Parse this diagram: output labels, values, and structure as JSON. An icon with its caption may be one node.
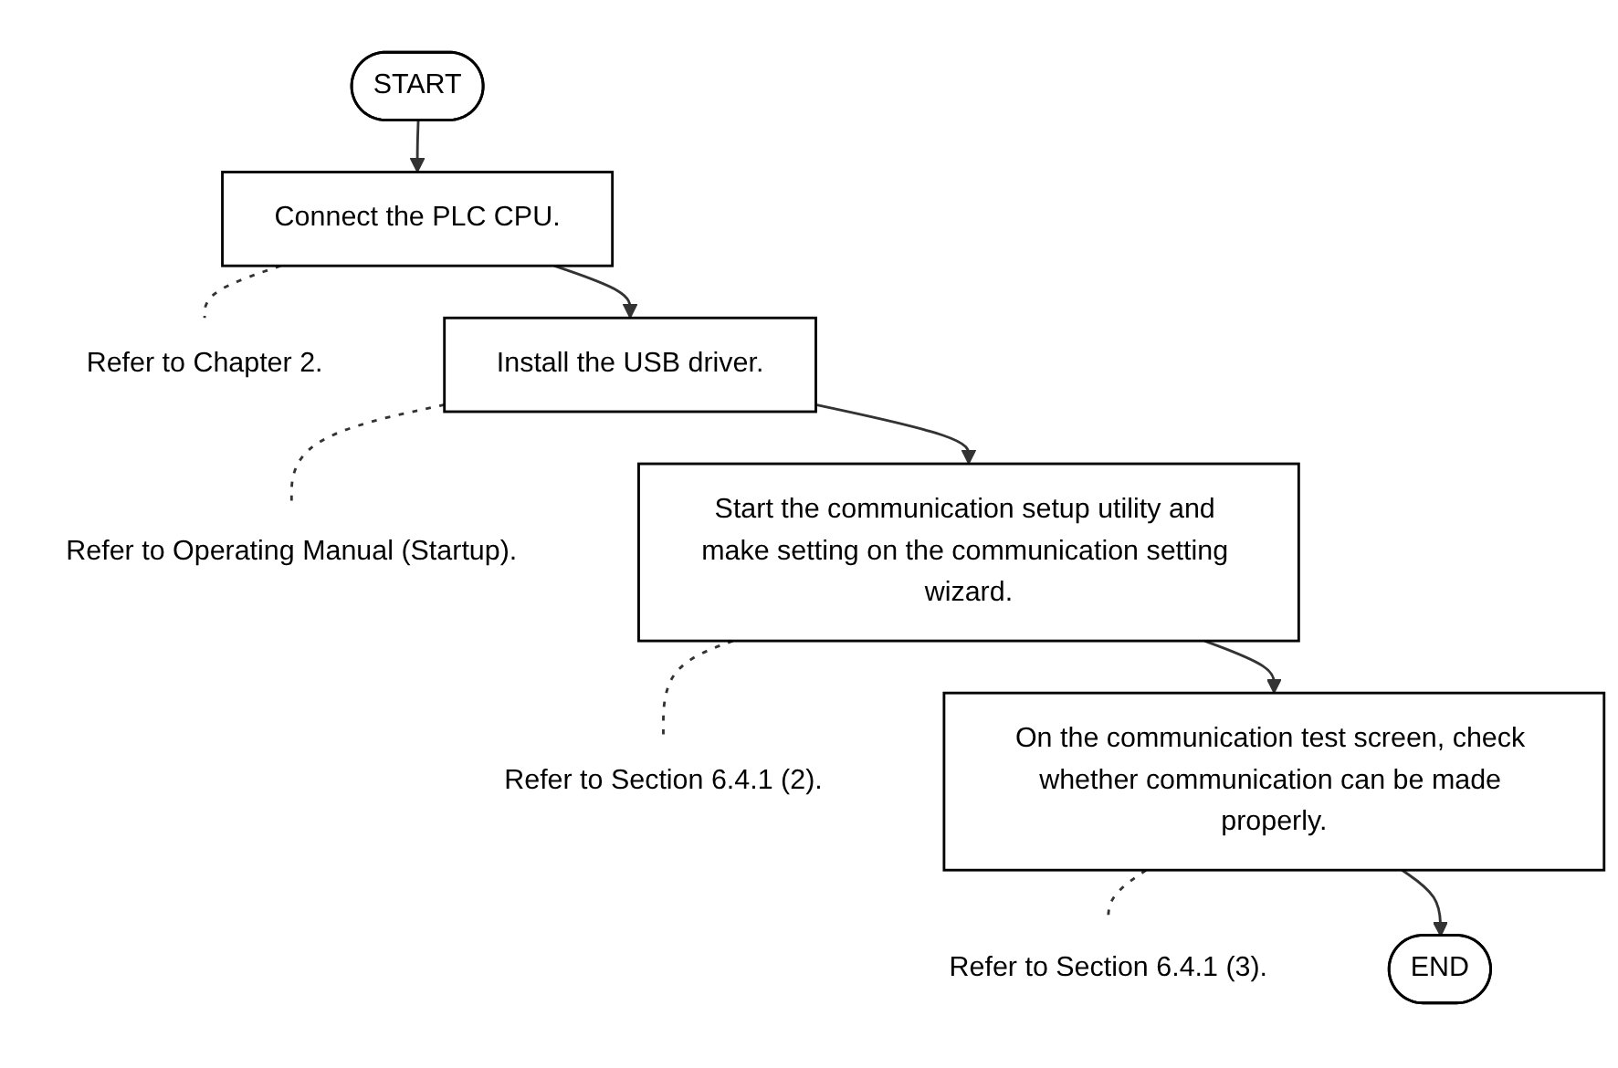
{
  "diagram": {
    "nodes": [
      {
        "text": [
          "START"
        ]
      },
      {
        "text": [
          "Connect the PLC CPU."
        ]
      },
      {
        "text": [
          "Refer to Chapter 2."
        ]
      },
      {
        "text": [
          "Install the USB driver."
        ]
      },
      {
        "text": [
          "Refer to Operating Manual (Startup)."
        ]
      },
      {
        "text": [
          "Start the communication setup utility and make setting on the communication setting wizard."
        ]
      },
      {
        "text": [
          "Refer to Section 6.4.1 (2)."
        ]
      },
      {
        "text": [
          "On the communication test screen, check whether communication can be made properly."
        ]
      },
      {
        "text": [
          "Refer to Section 6.4.1 (3)."
        ]
      },
      {
        "text": [
          "END"
        ]
      }
    ],
    "edges": [
      {
        "from": 0,
        "to": 1,
        "arrow": "to"
      },
      {
        "from": 1,
        "to": 2,
        "arrow": "none",
        "style": "dashed"
      },
      {
        "from": 1,
        "to": 3,
        "arrow": "to"
      },
      {
        "from": 3,
        "to": 4,
        "arrow": "none",
        "style": "dashed"
      },
      {
        "from": 3,
        "to": 5,
        "arrow": "to"
      },
      {
        "from": 5,
        "to": 6,
        "arrow": "none",
        "style": "dashed"
      },
      {
        "from": 5,
        "to": 7,
        "arrow": "to"
      },
      {
        "from": 7,
        "to": 8,
        "arrow": "none",
        "style": "dashed"
      },
      {
        "from": 7,
        "to": 9,
        "arrow": "to"
      }
    ]
  }
}
